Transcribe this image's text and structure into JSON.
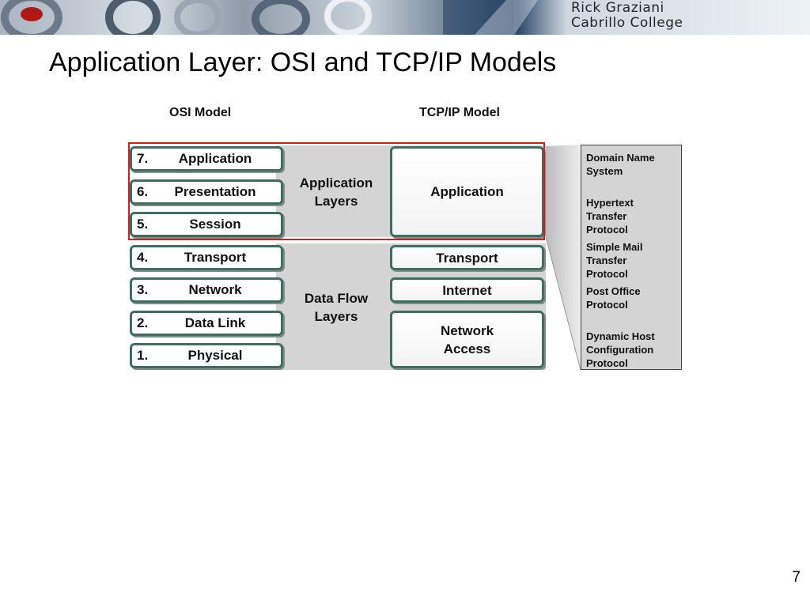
{
  "banner": {
    "line1": "Rick Graziani",
    "line2": "Cabrillo College"
  },
  "slide": {
    "title": "Application Layer: OSI and TCP/IP Models",
    "page_number": "7"
  },
  "osi": {
    "heading": "OSI Model",
    "layers": [
      {
        "num": "7.",
        "label": "Application"
      },
      {
        "num": "6.",
        "label": "Presentation"
      },
      {
        "num": "5.",
        "label": "Session"
      },
      {
        "num": "4.",
        "label": "Transport"
      },
      {
        "num": "3.",
        "label": "Network"
      },
      {
        "num": "2.",
        "label": "Data Link"
      },
      {
        "num": "1.",
        "label": "Physical"
      }
    ]
  },
  "groups": {
    "upper": {
      "line1": "Application",
      "line2": "Layers"
    },
    "lower": {
      "line1": "Data Flow",
      "line2": "Layers"
    }
  },
  "tcpip": {
    "heading": "TCP/IP Model",
    "layers": [
      {
        "line1": "Application",
        "line2": ""
      },
      {
        "line1": "Transport",
        "line2": ""
      },
      {
        "line1": "Internet",
        "line2": ""
      },
      {
        "line1": "Network",
        "line2": "Access"
      }
    ]
  },
  "protocols": [
    {
      "line1": "Domain Name",
      "line2": "System",
      "line3": ""
    },
    {
      "line1": "Hypertext",
      "line2": "Transfer",
      "line3": "Protocol"
    },
    {
      "line1": "Simple Mail",
      "line2": "Transfer",
      "line3": "Protocol"
    },
    {
      "line1": "Post Office",
      "line2": "Protocol",
      "line3": ""
    },
    {
      "line1": "Dynamic Host",
      "line2": "Configuration",
      "line3": "Protocol"
    }
  ],
  "colors": {
    "highlight": "#e0171f",
    "layer_border": "#3d6e60",
    "group_background": "#d4d4d4"
  }
}
